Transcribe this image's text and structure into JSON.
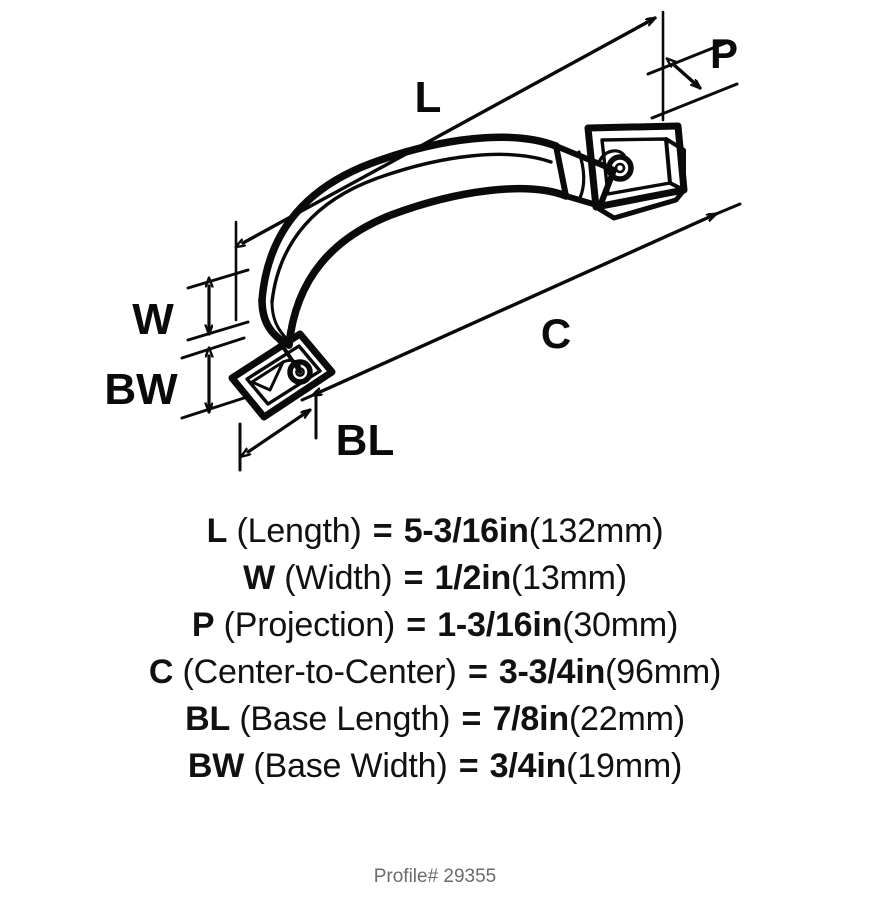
{
  "diagram": {
    "title": "Cabinet pull dimension diagram",
    "product_type": "arched cabinet pull handle",
    "line_color": "#0a0a0a",
    "background_color": "#ffffff",
    "labels": {
      "length": "L",
      "width": "W",
      "projection": "P",
      "center_to_center": "C",
      "base_length": "BL",
      "base_width": "BW"
    }
  },
  "specs": [
    {
      "key": "L",
      "name": "(Length)",
      "eq": "=",
      "imperial": "5-3/16in",
      "metric": "(132mm)"
    },
    {
      "key": "W",
      "name": "(Width)",
      "eq": "=",
      "imperial": "1/2in",
      "metric": "(13mm)"
    },
    {
      "key": "P",
      "name": "(Projection)",
      "eq": "=",
      "imperial": "1-3/16in",
      "metric": "(30mm)"
    },
    {
      "key": "C",
      "name": "(Center-to-Center)",
      "eq": "=",
      "imperial": "3-3/4in",
      "metric": "(96mm)"
    },
    {
      "key": "BL",
      "name": "(Base Length)",
      "eq": "=",
      "imperial": "7/8in",
      "metric": "(22mm)"
    },
    {
      "key": "BW",
      "name": "(Base Width)",
      "eq": "=",
      "imperial": "3/4in",
      "metric": "(19mm)"
    }
  ],
  "profile": {
    "caption": "Profile# 29355"
  }
}
